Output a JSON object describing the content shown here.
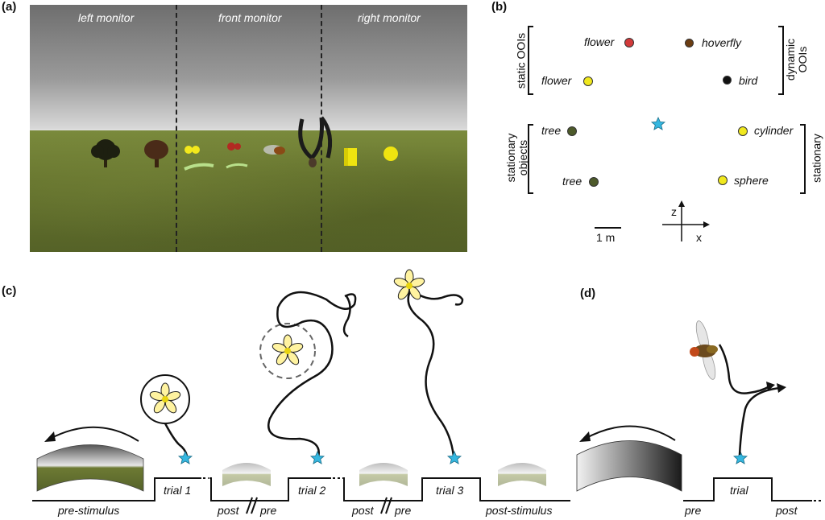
{
  "panels": {
    "a": "(a)",
    "b": "(b)",
    "c": "(c)",
    "d": "(d)"
  },
  "monitors": {
    "left": "left monitor",
    "front": "front monitor",
    "right": "right monitor"
  },
  "panel_b": {
    "groups": {
      "static": "static OOIs",
      "dynamic_1": "dynamic",
      "dynamic_2": "OOIs",
      "stationary_objects_1": "stationary",
      "stationary_objects_2": "objects",
      "stationary_right": "stationary"
    },
    "items": {
      "flower_red": "flower",
      "hoverfly": "hoverfly",
      "flower_yellow": "flower",
      "bird": "bird",
      "tree_top": "tree",
      "cylinder": "cylinder",
      "tree_bottom": "tree",
      "sphere": "sphere"
    },
    "scale": "1 m",
    "axis_z": "z",
    "axis_x": "x",
    "colors": {
      "red": "#d23a3a",
      "brown": "#6b3d12",
      "yellow": "#f0e81e",
      "black": "#111111",
      "olive": "#4d5a2a",
      "star": "#35b7e0"
    }
  },
  "panel_c": {
    "pre_stimulus": "pre-stimulus",
    "trial_1": "trial 1",
    "trial_2": "trial 2",
    "trial_3": "trial 3",
    "post_a": "post",
    "pre_a": "pre",
    "post_b": "post",
    "pre_b": "pre",
    "post_stimulus": "post-stimulus"
  },
  "panel_d": {
    "pre": "pre",
    "trial": "trial",
    "post": "post"
  }
}
